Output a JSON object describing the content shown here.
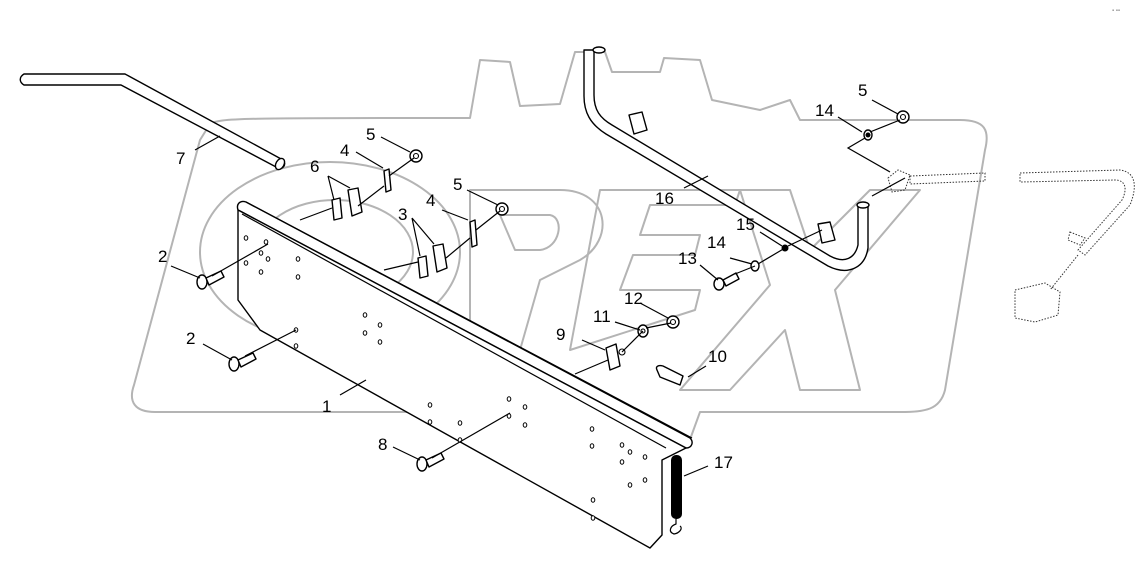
{
  "diagram": {
    "type": "exploded-parts-diagram",
    "watermark": "OPEX",
    "corner_mark": "▪ ▪▪",
    "callouts": [
      {
        "id": "c1",
        "label": "1",
        "part": "main plate"
      },
      {
        "id": "c2a",
        "label": "2",
        "part": "carriage bolt (upper)"
      },
      {
        "id": "c2b",
        "label": "2",
        "part": "carriage bolt (lower)"
      },
      {
        "id": "c3",
        "label": "3",
        "part": "pipe clamp (right)"
      },
      {
        "id": "c4a",
        "label": "4",
        "part": "clamp plate (left)"
      },
      {
        "id": "c4b",
        "label": "4",
        "part": "clamp plate (right)"
      },
      {
        "id": "c5a",
        "label": "5",
        "part": "nut (left clamp)"
      },
      {
        "id": "c5b",
        "label": "5",
        "part": "nut (right clamp)"
      },
      {
        "id": "c5c",
        "label": "5",
        "part": "nut (handle)"
      },
      {
        "id": "c6",
        "label": "6",
        "part": "pipe clamp (left)"
      },
      {
        "id": "c7",
        "label": "7",
        "part": "bent rod"
      },
      {
        "id": "c8",
        "label": "8",
        "part": "carriage bolt"
      },
      {
        "id": "c9",
        "label": "9",
        "part": "bracket"
      },
      {
        "id": "c10",
        "label": "10",
        "part": "rubber stop"
      },
      {
        "id": "c11",
        "label": "11",
        "part": "washer"
      },
      {
        "id": "c12",
        "label": "12",
        "part": "nut"
      },
      {
        "id": "c13",
        "label": "13",
        "part": "hex bolt"
      },
      {
        "id": "c14a",
        "label": "14",
        "part": "washer (upper)"
      },
      {
        "id": "c14b",
        "label": "14",
        "part": "washer (lower)"
      },
      {
        "id": "c15",
        "label": "15",
        "part": "spacer"
      },
      {
        "id": "c16",
        "label": "16",
        "part": "U-shaped handle bar"
      },
      {
        "id": "c17",
        "label": "17",
        "part": "tension spring"
      }
    ]
  }
}
